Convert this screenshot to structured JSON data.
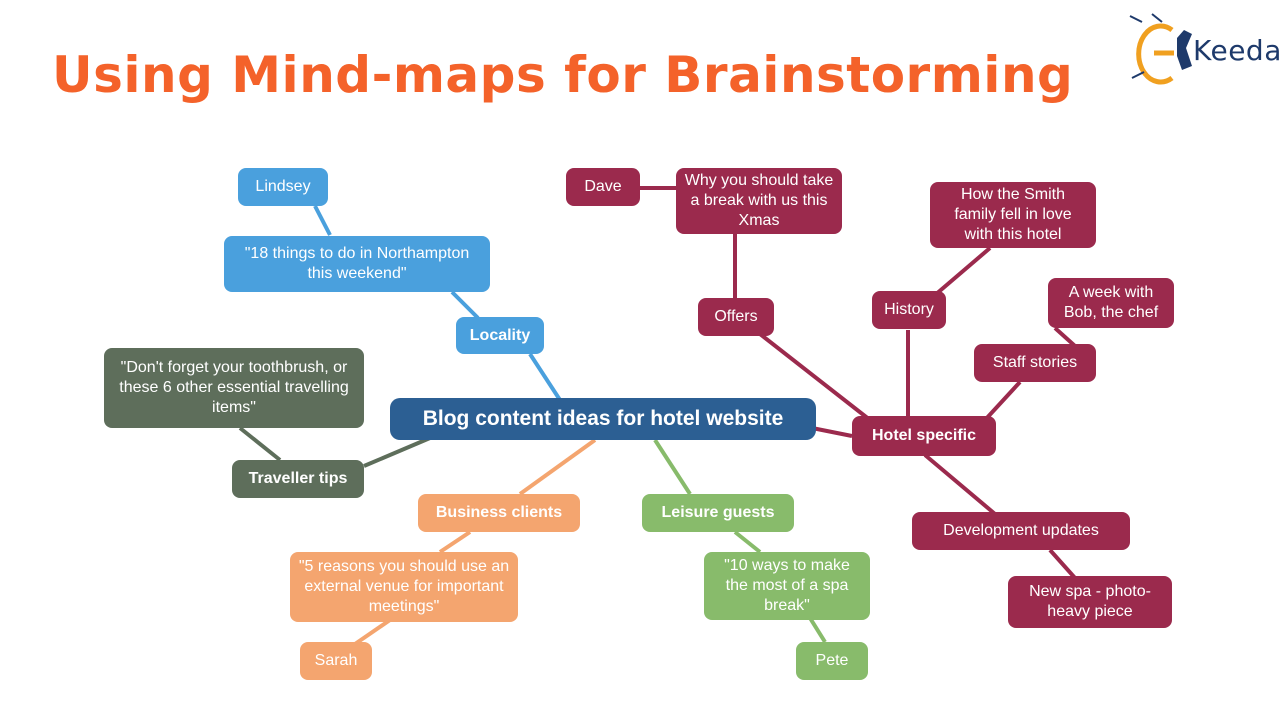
{
  "title": "Using Mind-maps for Brainstorming",
  "logo": {
    "text": "Keeda",
    "icon": "ekeeda-logo-icon"
  },
  "colors": {
    "title": "#f4622a",
    "locality": "#4aa0dd",
    "center": "#2c5f93",
    "hotel": "#9b2a4d",
    "traveller": "#5e6e5b",
    "business": "#f4a56f",
    "leisure": "#88bb6b"
  },
  "mindmap": {
    "center": "Blog content ideas for hotel website",
    "locality": {
      "label": "Locality",
      "idea": "\"18 things to do in Northampton this weekend\"",
      "person": "Lindsey"
    },
    "traveller": {
      "label": "Traveller tips",
      "idea": "\"Don't forget your toothbrush, or these 6 other essential travelling items\""
    },
    "business": {
      "label": "Business clients",
      "idea": "\"5 reasons you should use an external venue for important meetings\"",
      "person": "Sarah"
    },
    "leisure": {
      "label": "Leisure guests",
      "idea": "\"10 ways to make the most of a spa break\"",
      "person": "Pete"
    },
    "hotel": {
      "label": "Hotel specific",
      "offers": "Offers",
      "offers_idea": "Why you should take a break with us this Xmas",
      "offers_person": "Dave",
      "history": "History",
      "history_idea": "How the Smith family fell in love with this hotel",
      "staff": "Staff stories",
      "staff_idea": "A week with Bob, the chef",
      "development": "Development updates",
      "development_idea": "New spa - photo-heavy piece"
    }
  }
}
